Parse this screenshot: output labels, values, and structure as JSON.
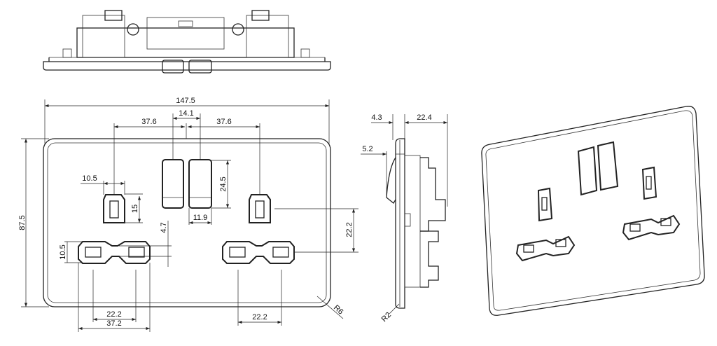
{
  "views": {
    "top": {
      "label": "top-view"
    },
    "front": {
      "dimensions": {
        "overall_width": "147.5",
        "overall_height": "87.5",
        "earth_to_center_left": "37.6",
        "earth_to_center_right": "37.6",
        "switch_span": "14.1",
        "switch_height": "24.5",
        "switch_width": "11.9",
        "earth_width": "10.5",
        "earth_height": "15",
        "slot_offset": "4.7",
        "earth_to_slots": "22.2",
        "slot_height": "10.5",
        "slot_pitch_left": "22.2",
        "slot_outer_width": "37.2",
        "slot_pitch_right": "22.2",
        "corner_radius": "R6"
      }
    },
    "side": {
      "dimensions": {
        "plate_thickness": "4.3",
        "depth": "22.4",
        "switch_protrusion": "5.2",
        "edge_radius": "R2"
      }
    }
  }
}
